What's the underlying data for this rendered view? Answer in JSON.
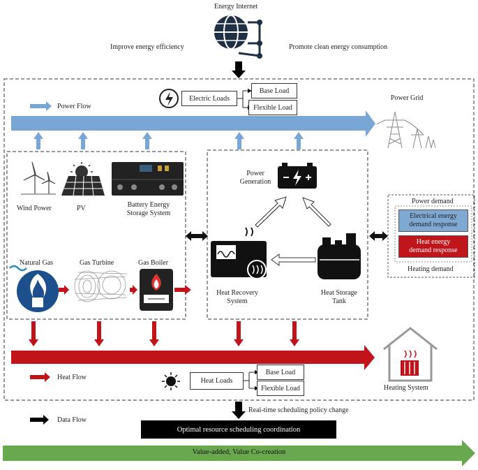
{
  "top": {
    "title": "Energy Internet",
    "left_goal": "Improve energy efficiency",
    "right_goal": "Promote clean energy consumption"
  },
  "electric": {
    "loads": "Electric  Loads",
    "base": "Base Load",
    "flexible": "Flexible Load"
  },
  "power_flow_label": "Power Flow",
  "power_grid_label": "Power Grid",
  "sources": {
    "wind": "Wind Power",
    "pv": "PV",
    "battery_line1": "Battery Energy",
    "battery_line2": "Storage System",
    "natural_gas": "Natural Gas",
    "gas_turbine": "Gas Turbine",
    "gas_boiler": "Gas Boiler"
  },
  "center": {
    "power_gen_line1": "Power",
    "power_gen_line2": "Generation",
    "hrs_line1": "Heat Recovery",
    "hrs_line2": "System",
    "hst_line1": "Heat Storage",
    "hst_line2": "Tank"
  },
  "demand": {
    "title": "Power demand",
    "electrical_line1": "Electrical energy",
    "electrical_line2": "demand response",
    "heat_line1": "Heat energy",
    "heat_line2": "demand response",
    "footer": "Heating demand"
  },
  "heat": {
    "flow_label": "Heat Flow",
    "loads": "Heat Loads",
    "base": "Base Load",
    "flexible": "Flexible Load",
    "system": "Heating System"
  },
  "bottom": {
    "data_flow": "Data Flow",
    "realtime": "Real-time scheduling policy change",
    "banner": "Optimal resource scheduling coordination",
    "value": "Value-added, Value Co-creation"
  },
  "colors": {
    "power_blue": "#7aa6d6",
    "heat_red": "#c0141a",
    "value_green": "#6aa84f"
  }
}
